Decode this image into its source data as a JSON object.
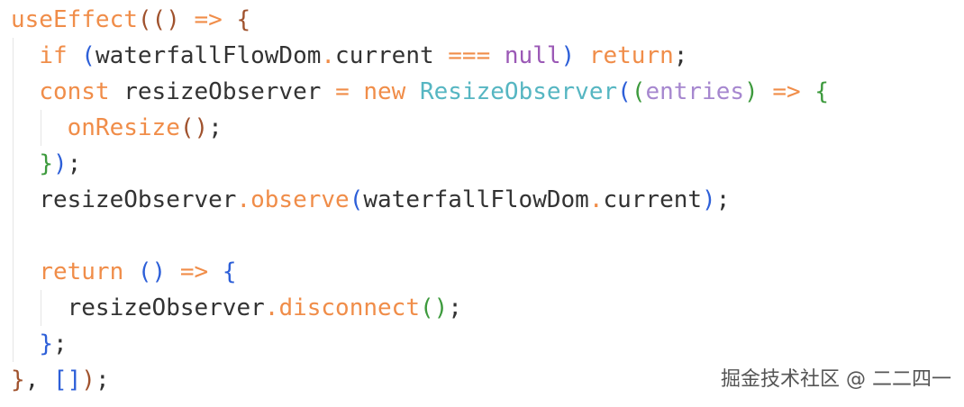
{
  "colors": {
    "background": "#ffffff",
    "default": "#333333",
    "keyword": "#f08d49",
    "function": "#f08d49",
    "class": "#56b6c2",
    "param": "#a687cf",
    "null": "#9b59b6",
    "bracket1": "#a0522d",
    "bracket2": "#2d5fd8",
    "bracket3": "#3d9a3d",
    "operator": "#f08d49",
    "guide": "#e5e5e5"
  },
  "code": {
    "lines": [
      [
        {
          "t": "useEffect",
          "c": "function"
        },
        {
          "t": "(",
          "c": "bracket1"
        },
        {
          "t": "()",
          "c": "bracket1"
        },
        {
          "t": " ",
          "c": "default"
        },
        {
          "t": "=>",
          "c": "operator"
        },
        {
          "t": " ",
          "c": "default"
        },
        {
          "t": "{",
          "c": "bracket1"
        }
      ],
      [
        {
          "t": "  ",
          "c": "default"
        },
        {
          "t": "if",
          "c": "keyword"
        },
        {
          "t": " ",
          "c": "default"
        },
        {
          "t": "(",
          "c": "bracket2"
        },
        {
          "t": "waterfallFlowDom",
          "c": "default"
        },
        {
          "t": ".",
          "c": "operator"
        },
        {
          "t": "current",
          "c": "default"
        },
        {
          "t": " ",
          "c": "default"
        },
        {
          "t": "===",
          "c": "operator"
        },
        {
          "t": " ",
          "c": "default"
        },
        {
          "t": "null",
          "c": "null"
        },
        {
          "t": ")",
          "c": "bracket2"
        },
        {
          "t": " ",
          "c": "default"
        },
        {
          "t": "return",
          "c": "keyword"
        },
        {
          "t": ";",
          "c": "default"
        }
      ],
      [
        {
          "t": "  ",
          "c": "default"
        },
        {
          "t": "const",
          "c": "keyword"
        },
        {
          "t": " ",
          "c": "default"
        },
        {
          "t": "resizeObserver",
          "c": "default"
        },
        {
          "t": " ",
          "c": "default"
        },
        {
          "t": "=",
          "c": "operator"
        },
        {
          "t": " ",
          "c": "default"
        },
        {
          "t": "new",
          "c": "keyword"
        },
        {
          "t": " ",
          "c": "default"
        },
        {
          "t": "ResizeObserver",
          "c": "class"
        },
        {
          "t": "(",
          "c": "bracket2"
        },
        {
          "t": "(",
          "c": "bracket3"
        },
        {
          "t": "entries",
          "c": "param"
        },
        {
          "t": ")",
          "c": "bracket3"
        },
        {
          "t": " ",
          "c": "default"
        },
        {
          "t": "=>",
          "c": "operator"
        },
        {
          "t": " ",
          "c": "default"
        },
        {
          "t": "{",
          "c": "bracket3"
        }
      ],
      [
        {
          "t": "    ",
          "c": "default"
        },
        {
          "t": "onResize",
          "c": "function"
        },
        {
          "t": "()",
          "c": "bracket1"
        },
        {
          "t": ";",
          "c": "default"
        }
      ],
      [
        {
          "t": "  ",
          "c": "default"
        },
        {
          "t": "}",
          "c": "bracket3"
        },
        {
          "t": ")",
          "c": "bracket2"
        },
        {
          "t": ";",
          "c": "default"
        }
      ],
      [
        {
          "t": "  ",
          "c": "default"
        },
        {
          "t": "resizeObserver",
          "c": "default"
        },
        {
          "t": ".",
          "c": "operator"
        },
        {
          "t": "observe",
          "c": "function"
        },
        {
          "t": "(",
          "c": "bracket2"
        },
        {
          "t": "waterfallFlowDom",
          "c": "default"
        },
        {
          "t": ".",
          "c": "operator"
        },
        {
          "t": "current",
          "c": "default"
        },
        {
          "t": ")",
          "c": "bracket2"
        },
        {
          "t": ";",
          "c": "default"
        }
      ],
      [],
      [
        {
          "t": "  ",
          "c": "default"
        },
        {
          "t": "return",
          "c": "keyword"
        },
        {
          "t": " ",
          "c": "default"
        },
        {
          "t": "()",
          "c": "bracket2"
        },
        {
          "t": " ",
          "c": "default"
        },
        {
          "t": "=>",
          "c": "operator"
        },
        {
          "t": " ",
          "c": "default"
        },
        {
          "t": "{",
          "c": "bracket2"
        }
      ],
      [
        {
          "t": "    ",
          "c": "default"
        },
        {
          "t": "resizeObserver",
          "c": "default"
        },
        {
          "t": ".",
          "c": "operator"
        },
        {
          "t": "disconnect",
          "c": "function"
        },
        {
          "t": "()",
          "c": "bracket3"
        },
        {
          "t": ";",
          "c": "default"
        }
      ],
      [
        {
          "t": "  ",
          "c": "default"
        },
        {
          "t": "}",
          "c": "bracket2"
        },
        {
          "t": ";",
          "c": "default"
        }
      ],
      [
        {
          "t": "}",
          "c": "bracket1"
        },
        {
          "t": ",",
          "c": "default"
        },
        {
          "t": " ",
          "c": "default"
        },
        {
          "t": "[",
          "c": "bracket2"
        },
        {
          "t": "]",
          "c": "bracket2"
        },
        {
          "t": ")",
          "c": "bracket1"
        },
        {
          "t": ";",
          "c": "default"
        }
      ]
    ]
  },
  "watermark": {
    "text": "掘金技术社区 @ 二二四一"
  }
}
